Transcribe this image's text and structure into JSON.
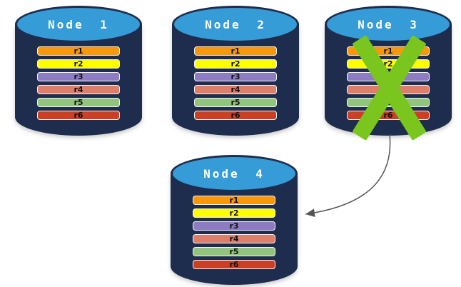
{
  "colors": {
    "background": "#FFFFFF",
    "cylinder_body": "#1E2D4E",
    "cylinder_top": "#359CD7",
    "node_title_text": "#FFFFFF",
    "row_label_text": "#111111",
    "row_border": "#F5F5F5",
    "failure_x": "#7AC61E",
    "arrow": "#555555"
  },
  "nodes": [
    {
      "title": "Node 1",
      "failed": false,
      "rows": [
        {
          "label": "r1",
          "color": "#F8980A"
        },
        {
          "label": "r2",
          "color": "#FFFF00"
        },
        {
          "label": "r3",
          "color": "#8E7CC3"
        },
        {
          "label": "r4",
          "color": "#DD7E6B"
        },
        {
          "label": "r5",
          "color": "#93C47D"
        },
        {
          "label": "r6",
          "color": "#CB3F24"
        }
      ]
    },
    {
      "title": "Node 2",
      "failed": false,
      "rows": [
        {
          "label": "r1",
          "color": "#F8980A"
        },
        {
          "label": "r2",
          "color": "#FFFF00"
        },
        {
          "label": "r3",
          "color": "#8E7CC3"
        },
        {
          "label": "r4",
          "color": "#DD7E6B"
        },
        {
          "label": "r5",
          "color": "#93C47D"
        },
        {
          "label": "r6",
          "color": "#CB3F24"
        }
      ]
    },
    {
      "title": "Node 3",
      "failed": true,
      "rows": [
        {
          "label": "r1",
          "color": "#F8980A"
        },
        {
          "label": "r2",
          "color": "#FFFF00"
        },
        {
          "label": "r3",
          "color": "#8E7CC3"
        },
        {
          "label": "r4",
          "color": "#DD7E6B"
        },
        {
          "label": "r5",
          "color": "#93C47D"
        },
        {
          "label": "r6",
          "color": "#CB3F24"
        }
      ]
    },
    {
      "title": "Node 4",
      "failed": false,
      "rows": [
        {
          "label": "r1",
          "color": "#F8980A"
        },
        {
          "label": "r2",
          "color": "#FFFF00"
        },
        {
          "label": "r3",
          "color": "#8E7CC3"
        },
        {
          "label": "r4",
          "color": "#DD7E6B"
        },
        {
          "label": "r5",
          "color": "#93C47D"
        },
        {
          "label": "r6",
          "color": "#CB3F24"
        }
      ]
    }
  ],
  "arrow": {
    "from": "Node 3",
    "to": "Node 4"
  }
}
